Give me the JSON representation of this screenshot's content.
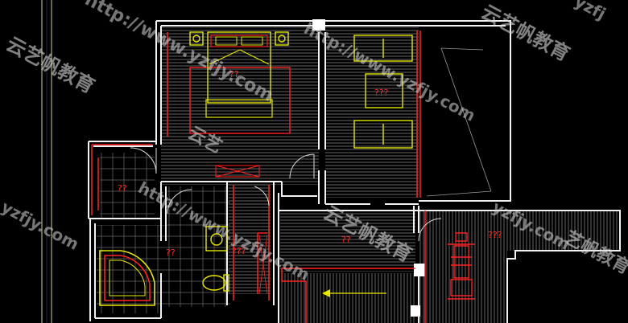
{
  "rooms": {
    "master_bedroom": "??",
    "study": "???",
    "bathroom_small": "??",
    "bathroom_main": "??",
    "closet": "???",
    "corridor": "??",
    "terrace": "???"
  },
  "watermark": {
    "url_1": "http://www.yzfjy.com",
    "url_2": "http://www.yzfjy.com",
    "url_3": "http://www.yzfjy.com",
    "url_4": "yzfjy.com",
    "url_5": "yzfjy.com",
    "url_6": "yzfj",
    "brand_1": "云艺帆教育",
    "brand_2": "云艺帆教育",
    "brand_3": "云艺帆教育",
    "brand_4": "艺帆教育",
    "brand_5": "云艺"
  },
  "colors": {
    "wall": "#f2f2f2",
    "furniture": "#e8e800",
    "accent": "#ff2222",
    "hatch": "#8a8a8a",
    "background": "#000000"
  }
}
